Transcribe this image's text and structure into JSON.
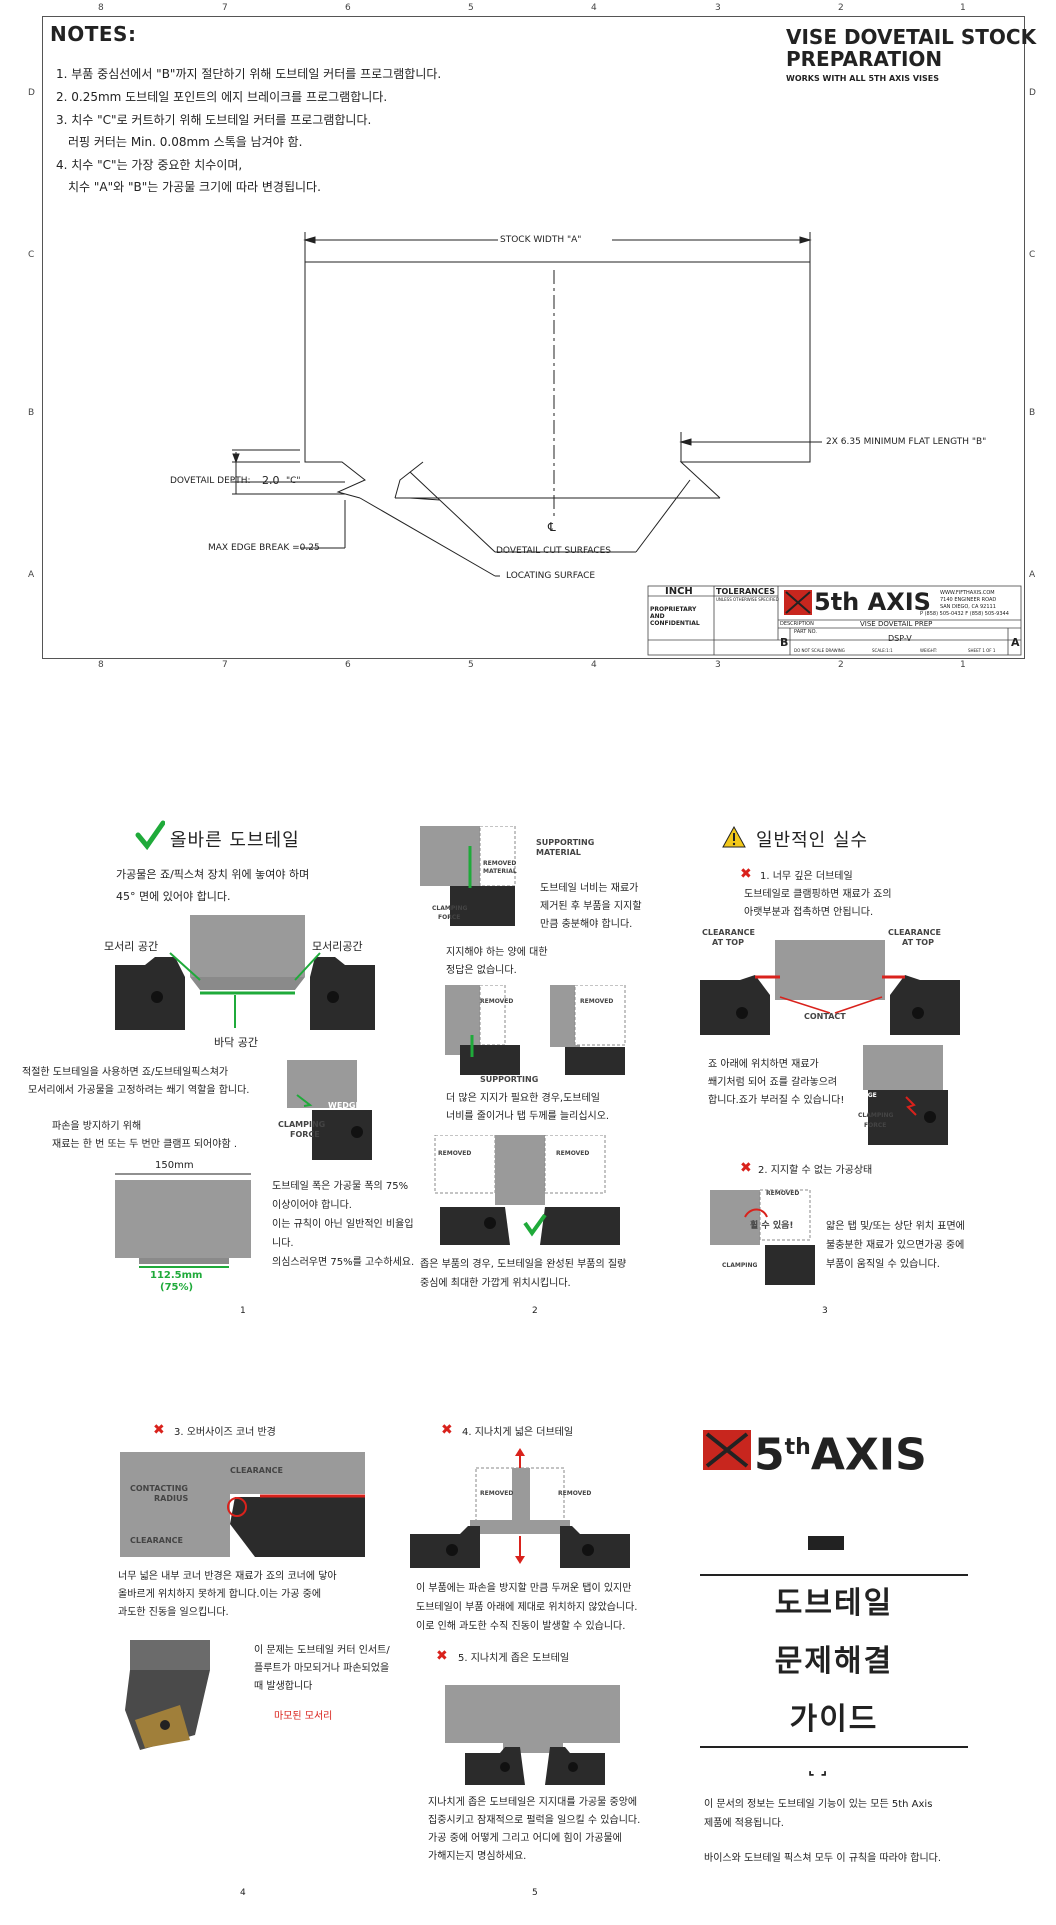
{
  "drawing": {
    "zone_numbers": [
      "8",
      "7",
      "6",
      "5",
      "4",
      "3",
      "2",
      "1"
    ],
    "zone_letters": [
      "D",
      "C",
      "B",
      "A"
    ],
    "notes_title": "NOTES:",
    "notes": [
      "1. 부품 중심선에서 \"B\"까지 절단하기 위해 도브테일 커터를 프로그램합니다.",
      "2. 0.25mm 도브테일 포인트의 에지 브레이크를 프로그램합니다.",
      "3. 치수 \"C\"로 커트하기 위해 도브테일 커터를 프로그램합니다.",
      "러핑 커터는 Min. 0.08mm 스톡을 남겨야 함.",
      "4. 치수 \"C\"는 가장 중요한 치수이며,",
      "치수 \"A\"와 \"B\"는 가공물 크기에 따라 변경됩니다."
    ],
    "title_line1": "VISE DOVETAIL STOCK",
    "title_line2": "PREPARATION",
    "title_sub": "WORKS WITH ALL 5TH AXIS VISES",
    "dims": {
      "stock_width": "STOCK WIDTH \"A\"",
      "min_flat": "2X 6.35 MINIMUM FLAT LENGTH \"B\"",
      "dovetail_depth_label": "DOVETAIL DEPTH:",
      "dovetail_depth_value": "2.0",
      "dovetail_depth_c": "\"C\"",
      "max_edge": "MAX EDGE BREAK =0.25",
      "cut_surfaces": "DOVETAIL CUT SURFACES",
      "locating_surface": "LOCATING SURFACE",
      "centerline": "℄"
    },
    "titleblock": {
      "unit": "INCH",
      "tolerances": "TOLERANCES",
      "tol_sub": "UNLESS OTHERWISE SPECIFIED",
      "proprietary": "PROPRIETARY AND CONFIDENTIAL",
      "brand": "5th AXIS",
      "address1": "WWW.FIFTHAXIS.COM",
      "address2": "7140 ENGINEER ROAD",
      "address3": "SAN DIEGO, CA 92111",
      "phone": "P (858) 505-0432 F (858) 505-9344",
      "description_label": "DESCRIPTION",
      "description": "VISE DOVETAIL PREP",
      "size": "B",
      "part_no_label": "PART NO.",
      "part_no": "DSP-V",
      "rev": "A",
      "do_not_scale": "DO NOT SCALE DRAWING",
      "scale_label": "SCALE:1:1",
      "weight_label": "WEIGHT:",
      "sheet_label": "SHEET 1 OF 1"
    }
  },
  "page1": {
    "title": "올바른 도브테일",
    "intro": [
      "가공물은 죠/픽스쳐 장치 위에 놓여야 하며",
      "45° 면에 있어야 합니다."
    ],
    "corner_left": "모서리 공간",
    "corner_right": "모서리공간",
    "bottom_space": "바닥 공간",
    "wedge_text": [
      "적절한 도브테일을 사용하면 죠/도브테일픽스쳐가",
      "모서리에서 가공물을 고정하려는 쐐기 역할을 합니다."
    ],
    "clamp_text": [
      "파손을 방지하기 위해",
      "재료는 한 번 또는 두 번만 클램프 되어야함 ."
    ],
    "wedge_label": "WEDGE",
    "clamping_label": "CLAMPING",
    "force_label": "FORCE",
    "width_label": "150mm",
    "ratio_value": "112.5mm",
    "ratio_pct": "(75%)",
    "ratio_text": [
      "도브테일 폭은 가공물 폭의 75%",
      "이상이어야 합니다.",
      "이는 규칙이 아닌 일반적인 비율입",
      "니다.",
      "의심스러우면 75%를 고수하세요."
    ],
    "page_no": "1"
  },
  "page2": {
    "supporting": "SUPPORTING",
    "material": "MATERIAL",
    "removed": "REMOVED",
    "text1": [
      "도브테일 너비는 재료가",
      "제거된 후 부품을 지지할",
      "만큼 충분해야  합니다."
    ],
    "text2": [
      "지지해야 하는 양에 대한",
      "정답은 없습니다."
    ],
    "text3": [
      "더 많은 지지가 필요한 경우,도브테일",
      "너비를 줄이거나 탭 두께를 늘리십시오."
    ],
    "text4": [
      "좁은 부품의 경우, 도브테일을 완성된 부품의 질량",
      "중심에 최대한 가깝게 위치시킵니다."
    ],
    "page_no": "2"
  },
  "page3": {
    "title": "일반적인 실수",
    "item1": "1. 너무 깊은 더브테일",
    "item1_text": [
      "도브테일로 클램핑하면 재료가 죠의",
      "아랫부분과 접촉하면 안됩니다."
    ],
    "clearance_top": "CLEARANCE",
    "at_top": "AT TOP",
    "contact": "CONTACT",
    "text2": [
      "죠 아래에 위치하면 재료가",
      "쐐기처럼 되어 죠를 갈라놓으려",
      "합니다.죠가 부러질 수 있습니다!"
    ],
    "item2": "2. 지지할 수 없는 가공상태",
    "warn": "휠 수 있음!",
    "text3": [
      "얇은 탭 및/또는 상단 위치 표면에",
      "불충분한 재료가 있으면가공 중에",
      "부품이 움직일 수 있습니다."
    ],
    "page_no": "3"
  },
  "page4": {
    "item3": "3. 오버사이즈 코너 반경",
    "clearance": "CLEARANCE",
    "contacting": "CONTACTING",
    "radius": "RADIUS",
    "text1": [
      "너무 넓은 내부 코너 반경은 재료가 죠의 코너에 닿아",
      "올바르게 위치하지 못하게 합니다.이는 가공 중에",
      "과도한 진동을 일으킵니다."
    ],
    "text2": [
      "이 문제는 도브테일 커터 인서트/",
      "플루트가 마모되거나 파손되었을",
      "때 발생합니다"
    ],
    "worn": "마모된 모서리",
    "page_no": "4"
  },
  "page5": {
    "item4": "4. 지나치게 넓은 더브테일",
    "text1": [
      "이 부품에는 파손을 방지할 만큼 두꺼운 탭이 있지만",
      "도브테일이 부품 아래에 제대로 위치하지 않았습니다.",
      "이로 인해 과도한 수직 진동이 발생할 수 있습니다."
    ],
    "item5": "5. 지나치게 좁은 도브테일",
    "text2": [
      "지나치게 좁은 도브테일은 지지대를 가공물 중앙에",
      "집중시키고 잠재적으로 펄럭을 일으킬 수 있습니다.",
      "가공 중에 어떻게 그리고 어디에 힘이 가공물에",
      "가해지는지 명심하세요."
    ],
    "page_no": "5"
  },
  "cover": {
    "brand_main": "5",
    "brand_sup": "th",
    "brand_axis": "AXIS",
    "title": [
      "도브테일",
      "문제해결",
      "가이드"
    ],
    "text1": [
      "이 문서의 정보는 도브테일 기능이 있는 모든 5th Axis",
      "제품에 적용됩니다."
    ],
    "text2": "바이스와 도브테일 픽스쳐 모두 이 규칙을 따라야 합니다."
  }
}
